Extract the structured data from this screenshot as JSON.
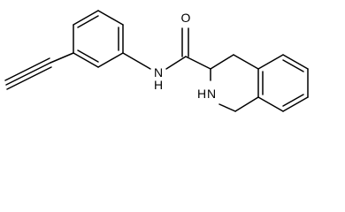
{
  "molecule": {
    "atoms": {
      "oxygen": "O",
      "amide_nitrogen": "N",
      "amide_hydrogen": "H",
      "ring_nitrogen": "N",
      "ring_hydrogen": "H"
    },
    "colors": {
      "bond": "#000000",
      "text": "#000000",
      "background": "#ffffff"
    }
  }
}
